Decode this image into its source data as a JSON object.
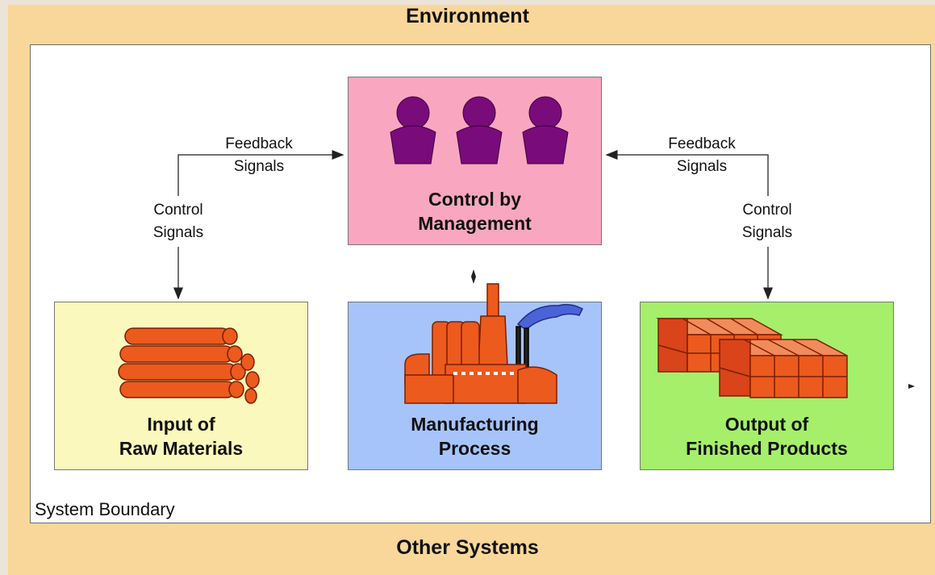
{
  "environment_label": "Environment",
  "other_systems_label": "Other Systems",
  "system_boundary_label": "System Boundary",
  "boxes": {
    "management": {
      "line1": "Control by",
      "line2": "Management",
      "color": "#f9a7c0"
    },
    "input": {
      "line1": "Input of",
      "line2": "Raw Materials",
      "color": "#fbf8bd"
    },
    "manufacturing": {
      "line1": "Manufacturing",
      "line2": "Process",
      "color": "#a6c4f9"
    },
    "output": {
      "line1": "Output of",
      "line2": "Finished Products",
      "color": "#a5ef6a"
    }
  },
  "signals": {
    "left_feedback": {
      "line1": "Feedback",
      "line2": "Signals"
    },
    "right_feedback": {
      "line1": "Feedback",
      "line2": "Signals"
    },
    "left_control": {
      "line1": "Control",
      "line2": "Signals"
    },
    "right_control": {
      "line1": "Control",
      "line2": "Signals"
    }
  },
  "icons": [
    "people-icon",
    "logs-icon",
    "factory-icon",
    "boxes-icon"
  ],
  "colors": {
    "environment": "#f9d79a",
    "people": "#7a0b7a",
    "objects": "#ec5a1e",
    "smoke": "#4a63d8"
  }
}
